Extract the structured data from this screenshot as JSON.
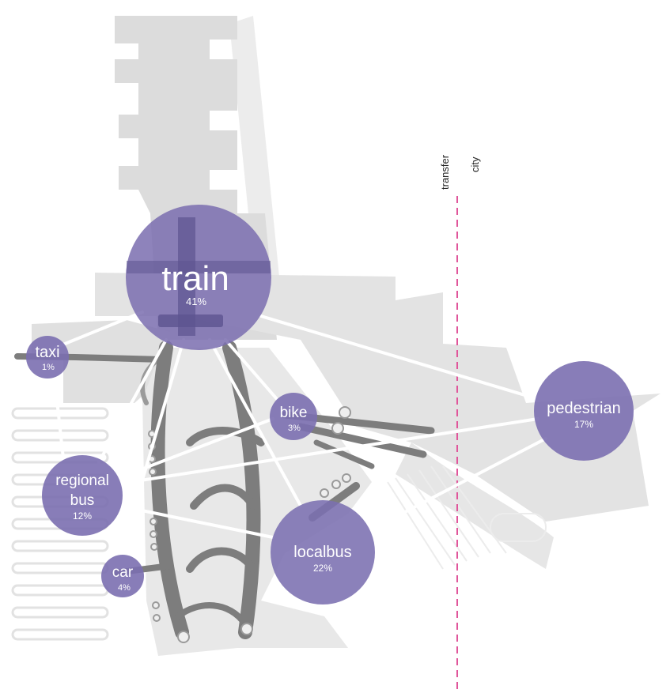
{
  "zones": {
    "transfer": "transfer",
    "city": "city"
  },
  "nodes": {
    "train": {
      "name": "train",
      "share": "41%"
    },
    "taxi": {
      "name": "taxi",
      "share": "1%"
    },
    "bike": {
      "name": "bike",
      "share": "3%"
    },
    "regional_bus": {
      "name_line1": "regional",
      "name_line2": "bus",
      "share": "12%"
    },
    "car": {
      "name": "car",
      "share": "4%"
    },
    "localbus": {
      "name": "localbus",
      "share": "22%"
    },
    "pedestrian": {
      "name": "pedestrian",
      "share": "17%"
    }
  },
  "colors": {
    "node_fill": "#7b6fb0",
    "boundary_line": "#e0569b",
    "site_light": "#dcdcdc",
    "site_dark": "#7d7d7d",
    "connector": "#ffffff"
  }
}
